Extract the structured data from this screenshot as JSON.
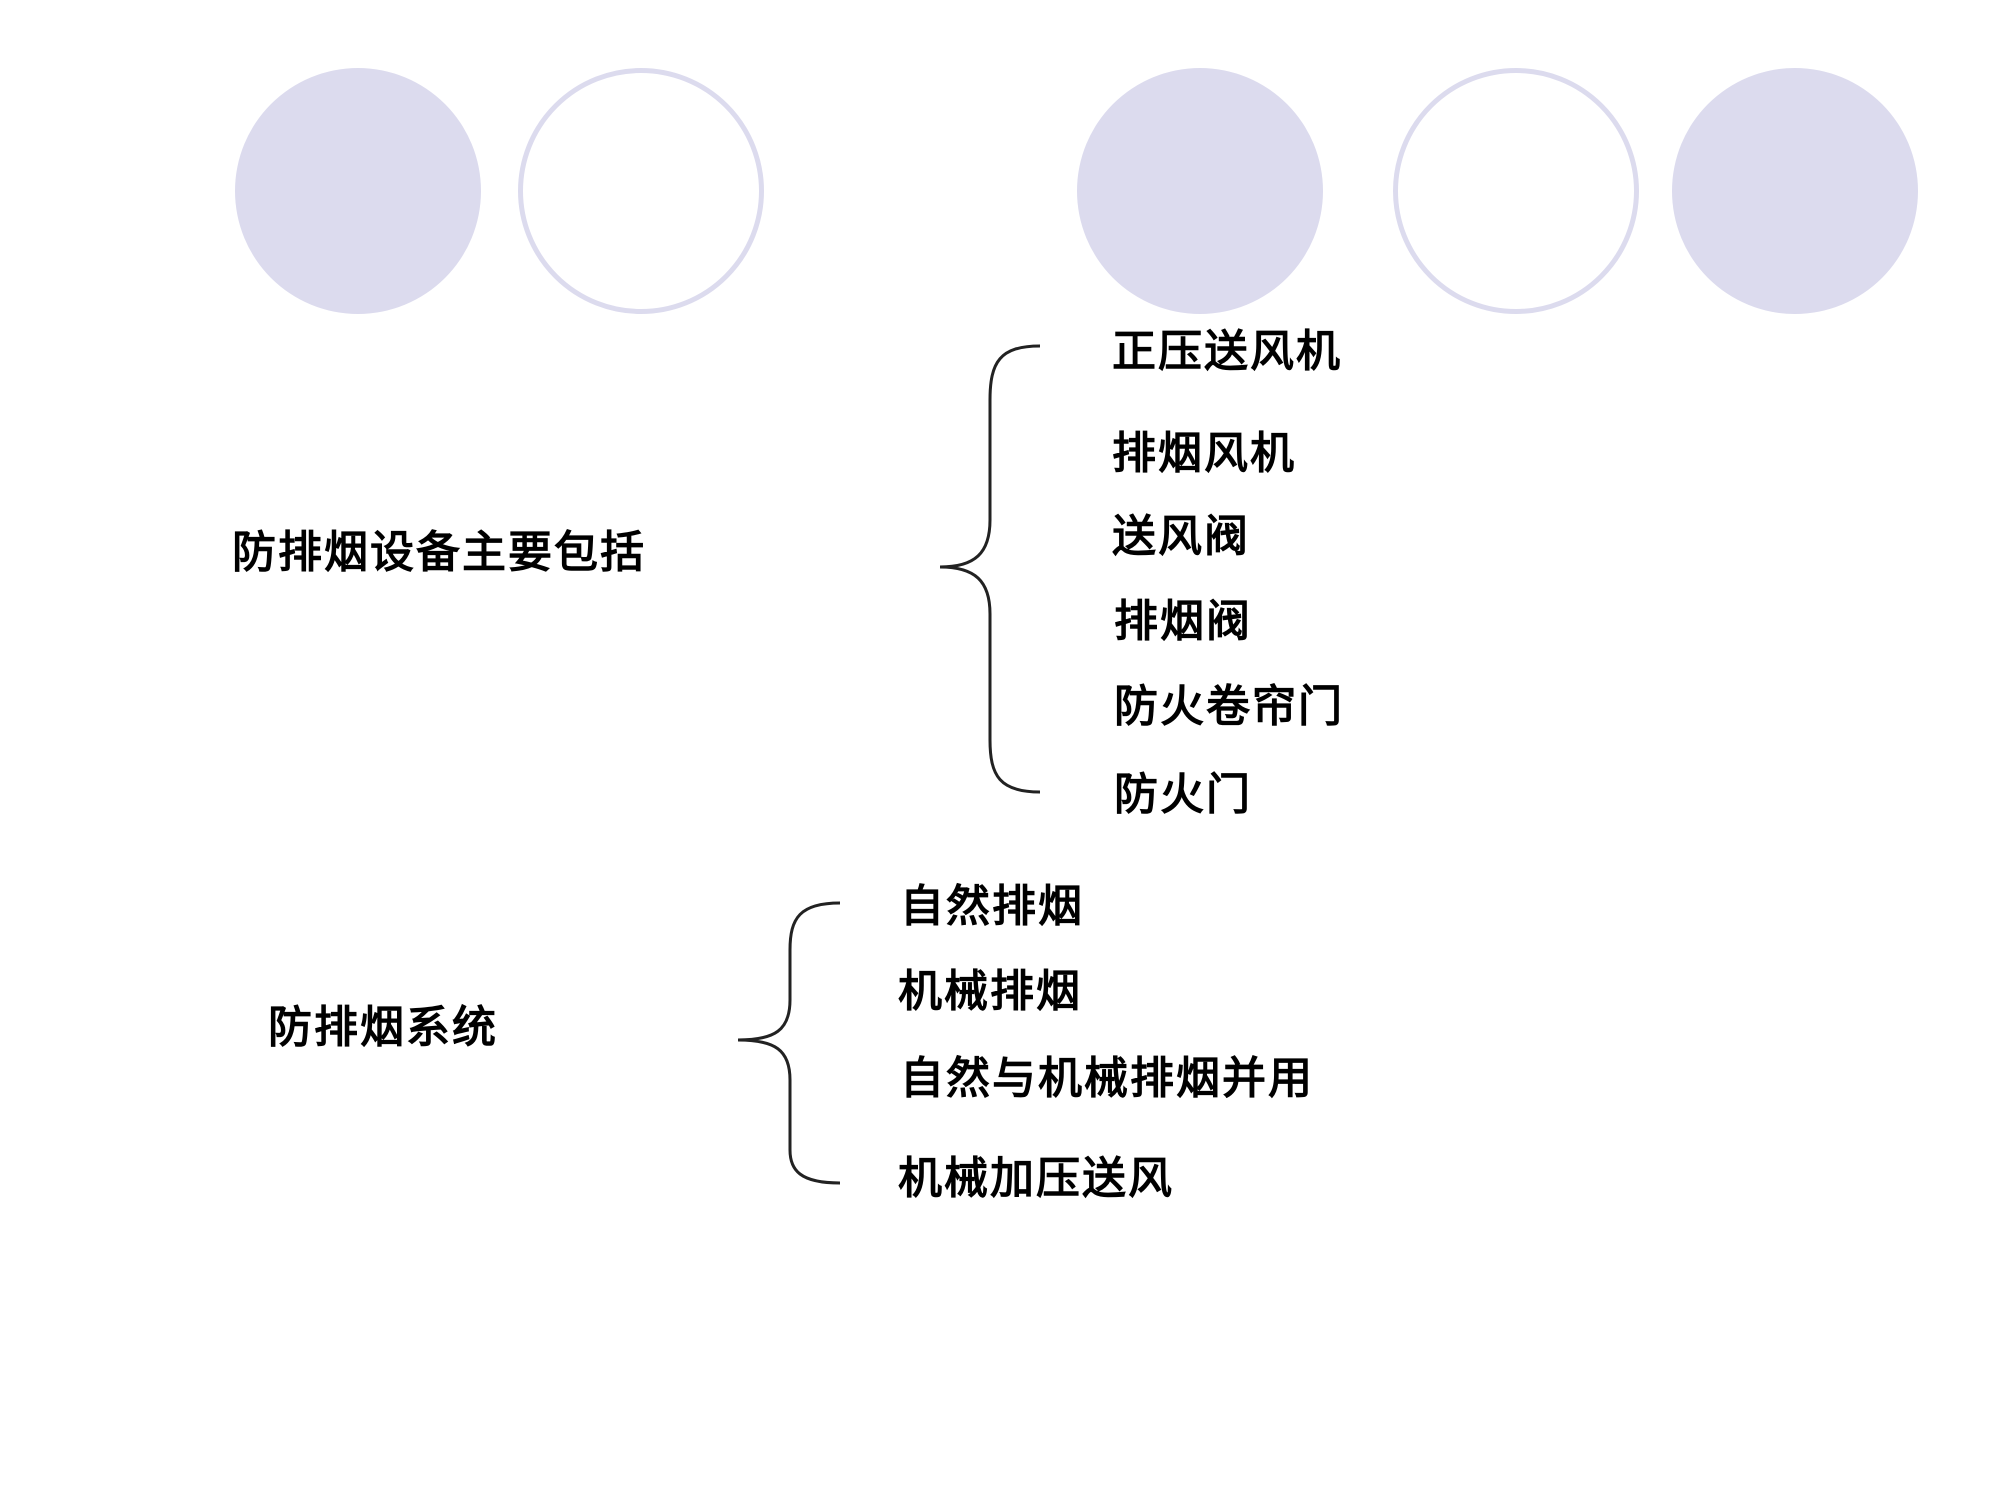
{
  "decorations": {
    "circles": [
      {
        "style": "filled",
        "color": "#dcdbee"
      },
      {
        "style": "outline",
        "color": "#dcdbee"
      },
      {
        "style": "filled",
        "color": "#dcdbee"
      },
      {
        "style": "outline",
        "color": "#dcdbee"
      },
      {
        "style": "filled",
        "color": "#dcdbee"
      }
    ]
  },
  "equipment": {
    "label": "防排烟设备主要包括",
    "items": [
      "正压送风机",
      "排烟风机",
      "送风阀",
      "排烟阀",
      "防火卷帘门",
      "防火门"
    ]
  },
  "systems": {
    "label": "防排烟系统",
    "items": [
      "自然排烟",
      "机械排烟",
      "自然与机械排烟并用",
      "机械加压送风"
    ]
  }
}
